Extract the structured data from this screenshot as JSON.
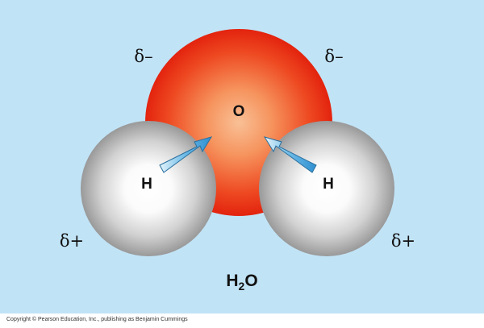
{
  "molecule": {
    "oxygen_label": "O",
    "hydrogen_left_label": "H",
    "hydrogen_right_label": "H",
    "partial_charge_neg_left": "δ–",
    "partial_charge_neg_right": "δ–",
    "partial_charge_pos_left": "δ+",
    "partial_charge_pos_right": "δ+",
    "formula_base": "H",
    "formula_sub": "2",
    "formula_tail": "O"
  },
  "footer": {
    "copyright": "Copyright © Pearson Education, Inc., publishing as Benjamin Cummings"
  },
  "colors": {
    "background": "#c1e3f6",
    "oxygen_center": "#f8b27a",
    "oxygen_edge": "#e8220f",
    "hydrogen_center": "#ffffff",
    "hydrogen_edge": "#9a9a9a",
    "arrow": "#4aa6dc"
  }
}
